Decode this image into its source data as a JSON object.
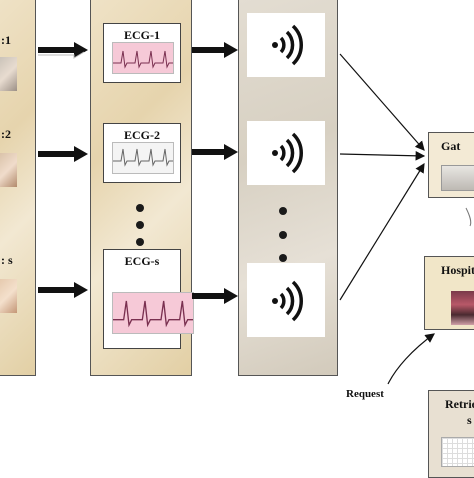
{
  "patients": {
    "p1_label": ":1",
    "p2_label": ":2",
    "ps_label": ": s"
  },
  "ecg": {
    "label_1": "ECG-1",
    "label_2": "ECG-2",
    "label_s": "ECG-s"
  },
  "gateway": {
    "label": "Gat"
  },
  "hospital": {
    "label": "Hospit"
  },
  "request": {
    "label": "Request"
  },
  "retrieve": {
    "label": "Retrie",
    "sub": "s"
  },
  "colors": {
    "parchment": "#e6d4ad",
    "stone": "#d7d0c2",
    "ecg_pink": "#f6c9d7",
    "arrow": "#111111"
  },
  "icons": [
    "patient-photo",
    "ecg-strip-icon",
    "wireless-signal-icon",
    "gateway-device-icon",
    "hospital-photo"
  ]
}
